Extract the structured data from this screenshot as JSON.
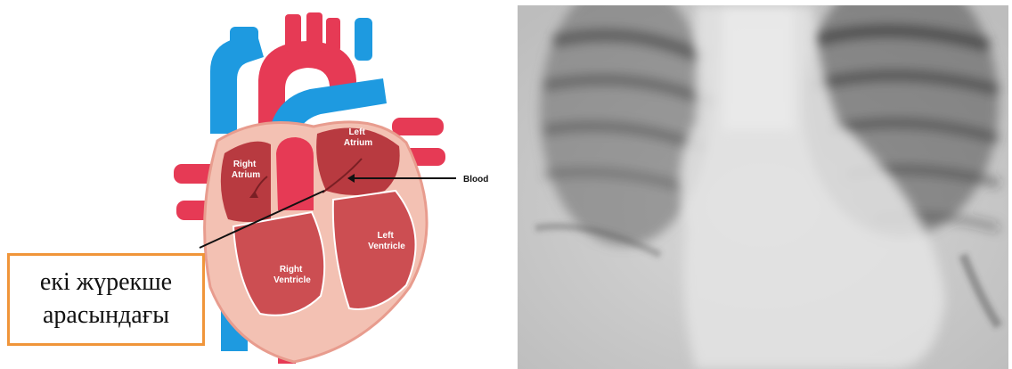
{
  "heart_diagram": {
    "labels": {
      "right_atrium": [
        "Right",
        "Atrium"
      ],
      "left_atrium": [
        "Left",
        "Atrium"
      ],
      "right_ventricle": [
        "Right",
        "Ventricle"
      ],
      "left_ventricle": [
        "Left",
        "Ventricle"
      ],
      "blood": "Blood"
    }
  },
  "callout": {
    "line1": "екі жүрекше",
    "line2": "арасындағы"
  },
  "colors": {
    "callout_border": "#f0953a",
    "artery_red": "#e63a55",
    "vein_blue": "#1e9ae0",
    "chamber_red": "#b83a40",
    "myocardium_pink": "#f3c1b3"
  }
}
